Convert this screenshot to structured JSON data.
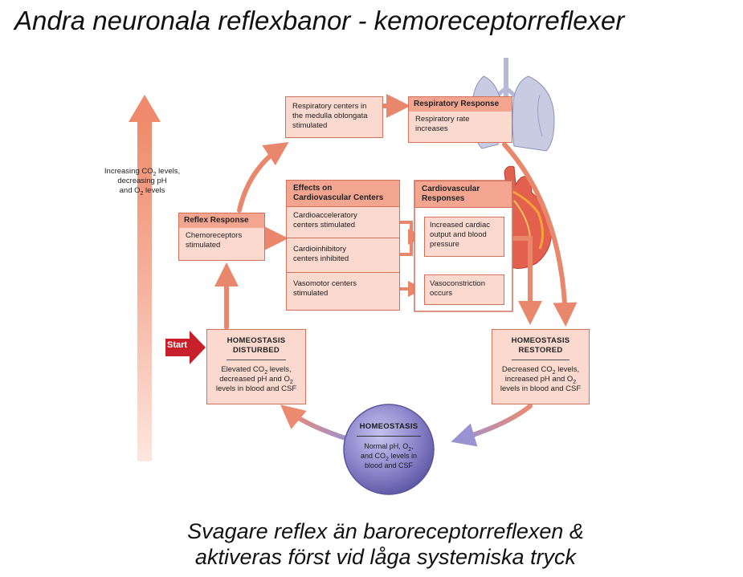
{
  "slide": {
    "title": "Andra neuronala reflexbanor - kemoreceptorreflexer",
    "subtitle_line1": "Svagare reflex än baroreceptorreflexen &",
    "subtitle_line2": "aktiveras först vid låga systemiska tryck"
  },
  "side_arrow": {
    "label_line1": "Increasing CO",
    "label_sub": "2",
    "label_line1_end": " levels,",
    "label_line2": "decreasing pH",
    "label_line3": "and O",
    "label_line3_sub": "2",
    "label_line3_end": " levels"
  },
  "start": {
    "label": "Start"
  },
  "respiratory_centers": {
    "line1": "Respiratory centers in",
    "line2": "the medulla oblongata",
    "line3": "stimulated"
  },
  "respiratory_response": {
    "header": "Respiratory Response",
    "line1": "Respiratory rate",
    "line2": "increases"
  },
  "reflex_response": {
    "header": "Reflex Response",
    "line1": "Chemoreceptors",
    "line2": "stimulated"
  },
  "cv_centers": {
    "header_line1": "Effects on",
    "header_line2": "Cardiovascular Centers",
    "row1_line1": "Cardioacceleratory",
    "row1_line2": "centers stimulated",
    "row2_line1": "Cardioinhibitory",
    "row2_line2": "centers inhibited",
    "row3_line1": "Vasomotor centers",
    "row3_line2": "stimulated"
  },
  "cv_responses": {
    "header_line1": "Cardiovascular",
    "header_line2": "Responses",
    "output_line1": "Increased cardiac",
    "output_line2": "output and blood",
    "output_line3": "pressure",
    "vaso_line1": "Vasoconstriction",
    "vaso_line2": "occurs"
  },
  "disturbed": {
    "title_line1": "HOMEOSTASIS",
    "title_line2": "DISTURBED",
    "line1a": "Elevated CO",
    "line1sub": "2",
    "line1b": " levels,",
    "line2a": "decreased pH and O",
    "line2sub": "2",
    "line3": "levels in blood and CSF"
  },
  "restored": {
    "title_line1": "HOMEOSTASIS",
    "title_line2": "RESTORED",
    "line1a": "Decreased CO",
    "line1sub": "2",
    "line1b": " levels,",
    "line2a": "increased pH and O",
    "line2sub": "2",
    "line3": "levels in blood and CSF"
  },
  "homeostasis": {
    "title": "HOMEOSTASIS",
    "line1a": "Normal pH, O",
    "line1sub": "2",
    "line1b": ",",
    "line2a": "and CO",
    "line2sub": "2",
    "line2b": " levels in",
    "line3": "blood and CSF"
  },
  "colors": {
    "box_fill": "#fbd9cf",
    "box_header": "#f4a58f",
    "box_border": "#d2705a",
    "arrow": "#e8876c",
    "start_red": "#c8202a",
    "circle_purple": "#8b83c9"
  }
}
